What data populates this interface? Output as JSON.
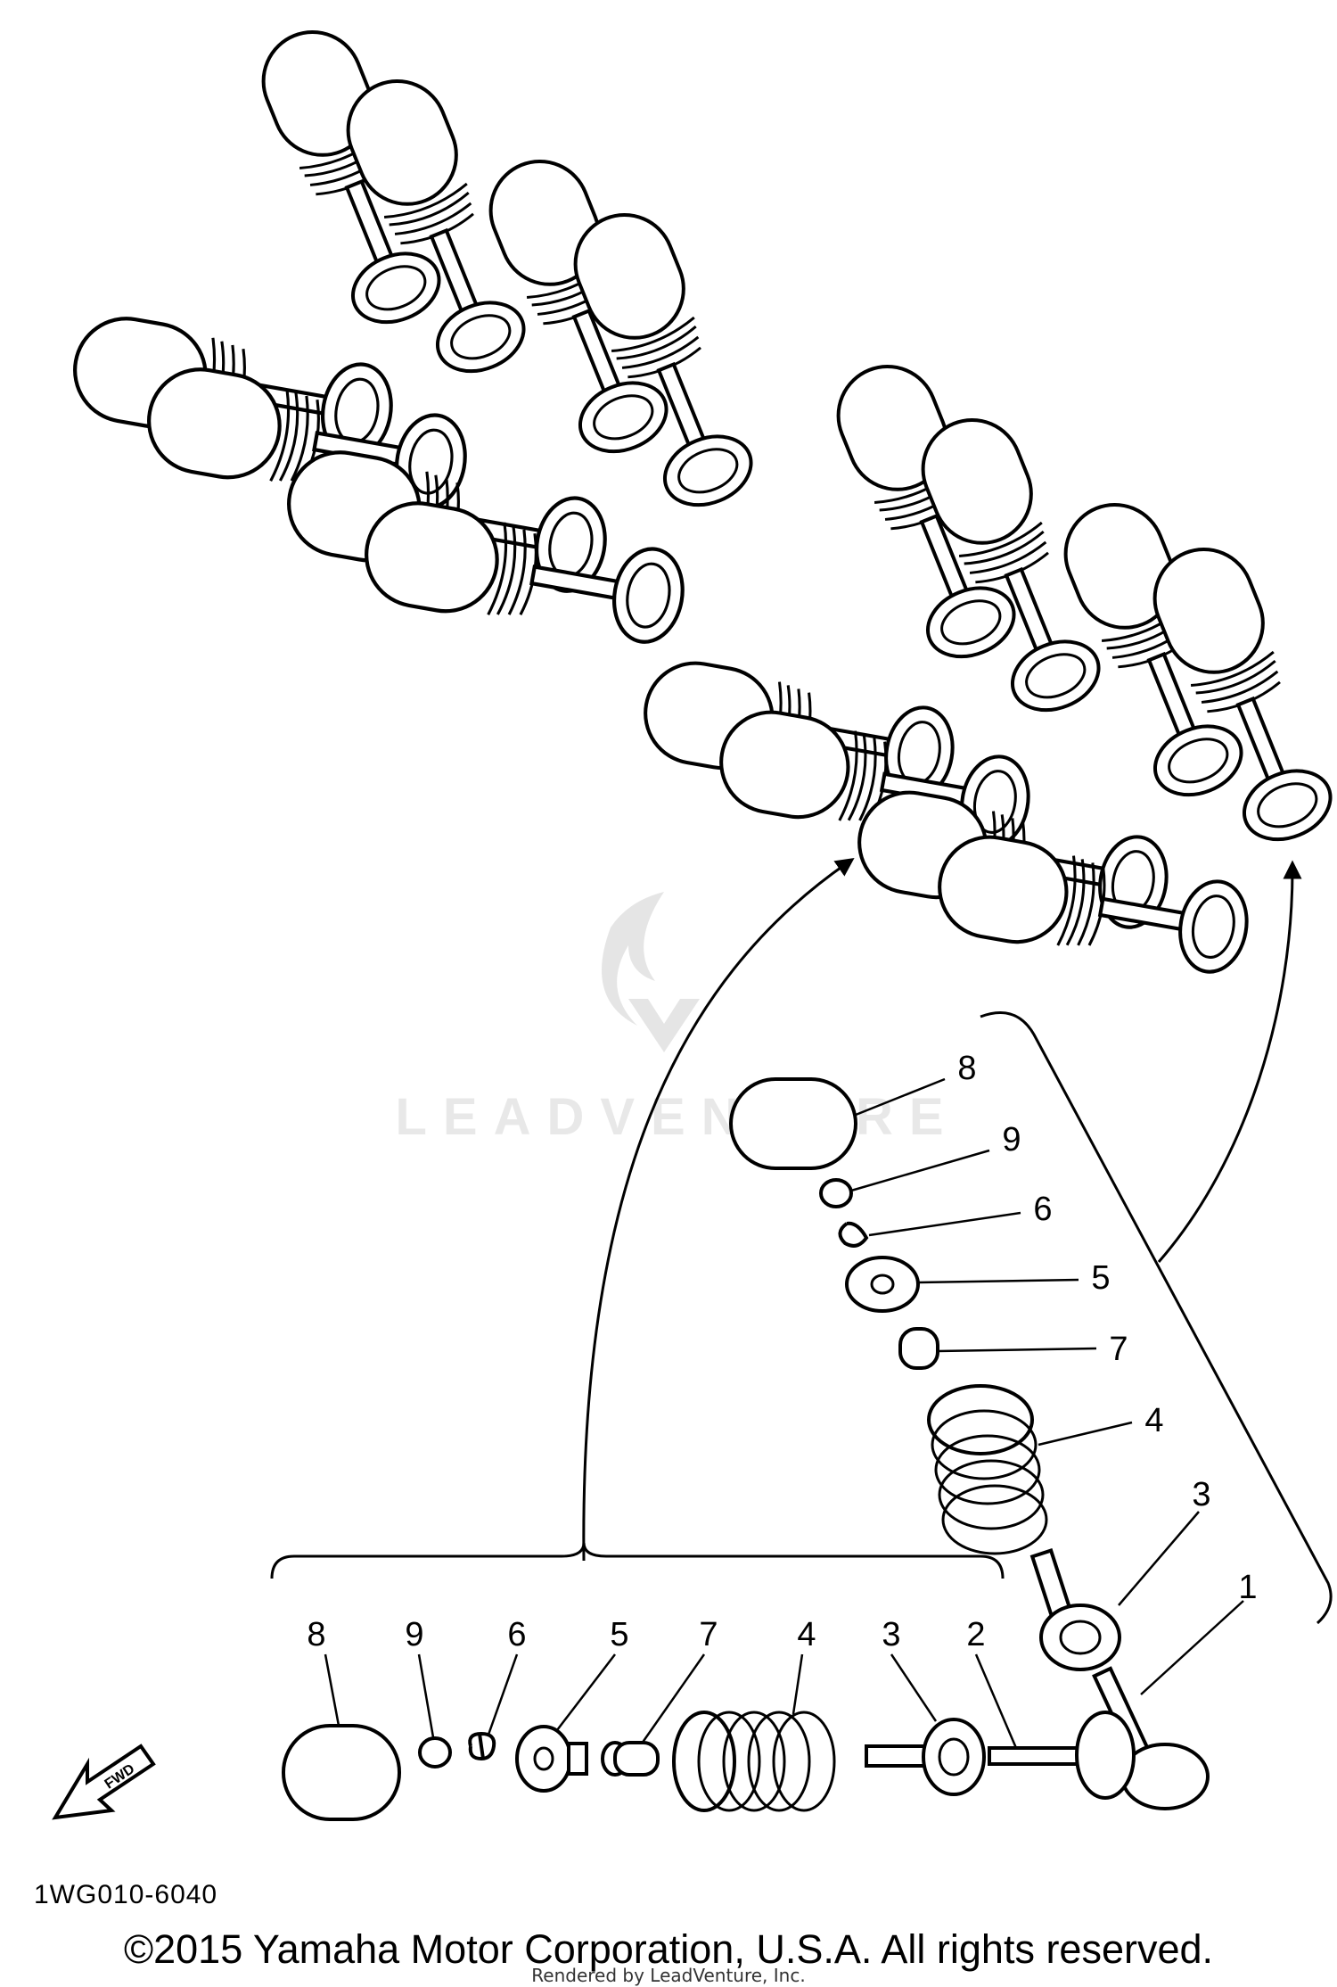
{
  "watermark": {
    "brand": "LEADVENTURE"
  },
  "fwd_label": "FWD",
  "diagram_code": "1WG010-6040",
  "copyright": "©2015 Yamaha Motor Corporation, U.S.A. All rights reserved.",
  "rendered_by": "Rendered by LeadVenture, Inc.",
  "callouts": {
    "exploded": [
      "8",
      "9",
      "6",
      "5",
      "7",
      "4",
      "3",
      "1"
    ],
    "row": [
      "8",
      "9",
      "6",
      "5",
      "7",
      "4",
      "3",
      "2"
    ]
  }
}
